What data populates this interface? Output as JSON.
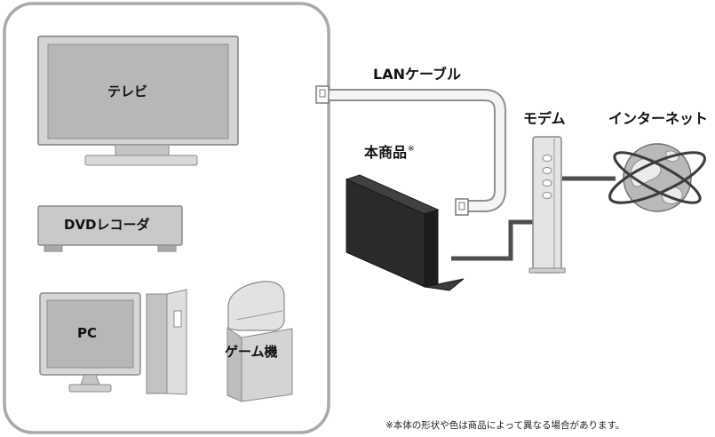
{
  "devices": {
    "tv": "テレビ",
    "dvd": "DVDレコーダ",
    "pc": "PC",
    "game": "ゲーム機"
  },
  "cable_label": "LANケーブル",
  "product": {
    "label": "本商品",
    "mark": "※"
  },
  "modem_label": "モデム",
  "internet_label": "インターネット",
  "footnote": "※本体の形状や色は商品によって異なる場合があります。"
}
